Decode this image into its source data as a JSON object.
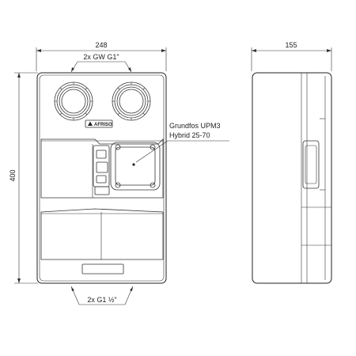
{
  "dimensions": {
    "front_width": "248",
    "side_depth": "155",
    "height": "400"
  },
  "labels": {
    "top_connections": "2x GW G1\"",
    "bottom_connections": "2x G1 ½\"",
    "pump_line1": "Grundfos UPM3",
    "pump_line2": "Hybrid 25-70",
    "brand": "AFRISO"
  }
}
